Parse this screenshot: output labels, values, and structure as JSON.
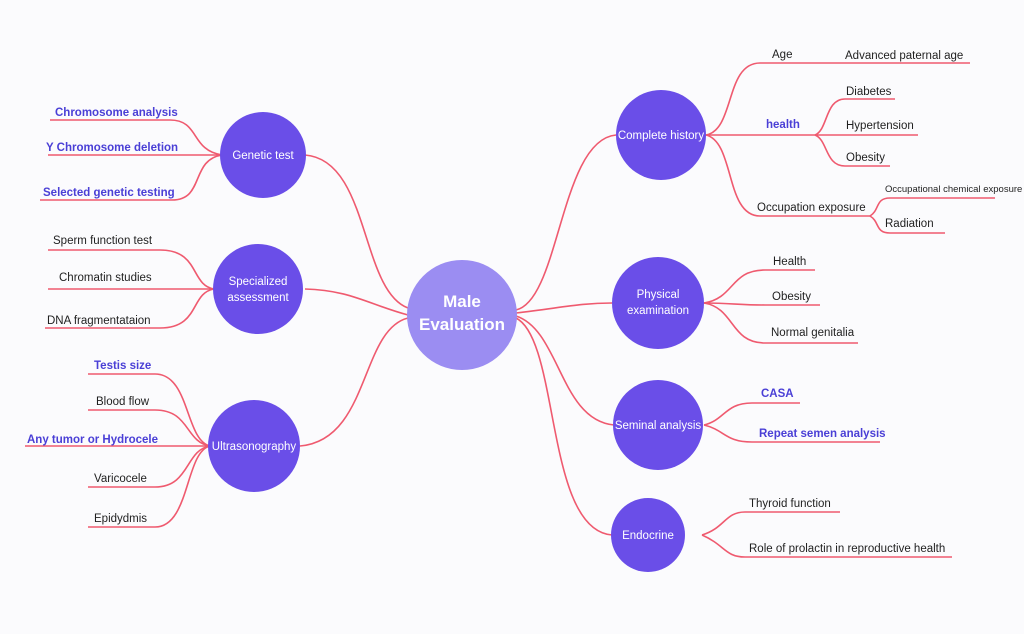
{
  "center": {
    "label_1": "Male",
    "label_2": "Evaluation"
  },
  "nodes": {
    "genetic_test": {
      "label": "Genetic test"
    },
    "specialized_assessment": {
      "label_1": "Specialized",
      "label_2": "assessment"
    },
    "ultrasonography": {
      "label": "Ultrasonography"
    },
    "complete_history": {
      "label": "Complete history"
    },
    "physical_examination": {
      "label_1": "Physical",
      "label_2": "examination"
    },
    "seminal_analysis": {
      "label": "Seminal analysis"
    },
    "endocrine": {
      "label": "Endocrine"
    }
  },
  "leaves": {
    "genetic_test": [
      "Chromosome analysis",
      "Y Chromosome deletion",
      "Selected genetic testing"
    ],
    "specialized_assessment": [
      "Sperm function test",
      "Chromatin studies",
      "DNA fragmentataion"
    ],
    "ultrasonography": [
      "Testis size",
      "Blood flow",
      "Any tumor or Hydrocele",
      "Varicocele",
      "Epidydmis"
    ],
    "complete_history": {
      "age": "Age",
      "age_child": "Advanced paternal age",
      "health": "health",
      "health_children": [
        "Diabetes",
        "Hypertension",
        "Obesity"
      ],
      "occupation": "Occupation exposure",
      "occupation_children": [
        "Occupational chemical exposure",
        "Radiation"
      ]
    },
    "physical_examination": [
      "Health",
      "Obesity",
      "Normal genitalia"
    ],
    "seminal_analysis": [
      "CASA",
      "Repeat semen analysis"
    ],
    "endocrine": [
      "Thyroid function",
      "Role of prolactin in reproductive health"
    ]
  },
  "colors": {
    "node_fill": "#6a4ee8",
    "center_fill": "#9b8df2",
    "link": "#ef5a6f",
    "highlight_text": "#4a3fd6",
    "text": "#1f1f1f"
  }
}
